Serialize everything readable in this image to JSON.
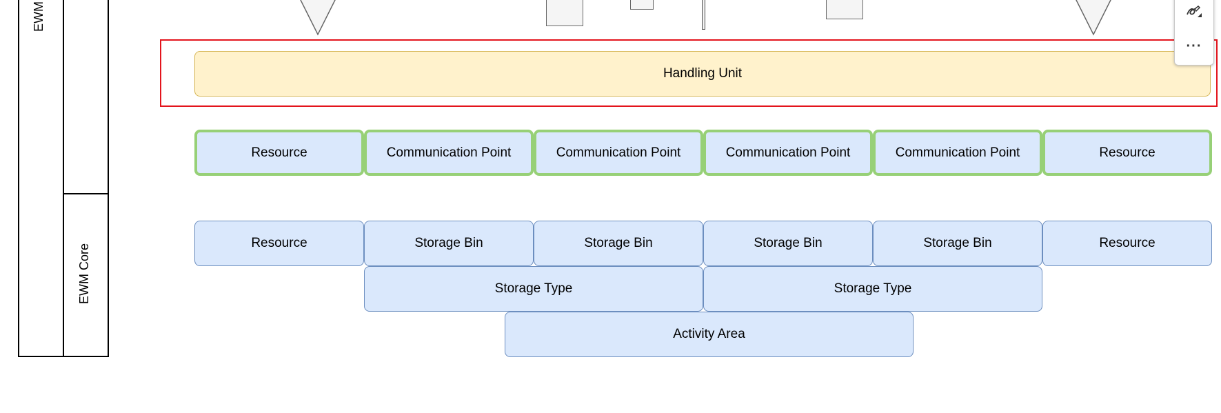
{
  "lanes": {
    "top_label": "EWM",
    "bottom_label": "EWM Core"
  },
  "handling_unit": {
    "label": "Handling Unit"
  },
  "green_row": [
    {
      "label": "Resource"
    },
    {
      "label": "Communication Point"
    },
    {
      "label": "Communication Point"
    },
    {
      "label": "Communication Point"
    },
    {
      "label": "Communication Point"
    },
    {
      "label": "Resource"
    }
  ],
  "bin_row": [
    {
      "label": "Resource"
    },
    {
      "label": "Storage Bin"
    },
    {
      "label": "Storage Bin"
    },
    {
      "label": "Storage Bin"
    },
    {
      "label": "Storage Bin"
    },
    {
      "label": "Resource"
    }
  ],
  "type_row": [
    {
      "label": "Storage Type"
    },
    {
      "label": "Storage Type"
    }
  ],
  "activity_area": {
    "label": "Activity Area"
  },
  "toolbar": {
    "edit_icon": "pen-icon",
    "more_label": "···",
    "more_icon": "more-horizontal-icon"
  },
  "colors": {
    "selection": "#e3141c",
    "handling_unit_fill": "#fff2cc",
    "handling_unit_stroke": "#d6b656",
    "box_fill": "#dae8fc",
    "box_stroke": "#6c8ebf",
    "green_stroke": "#97d077"
  }
}
